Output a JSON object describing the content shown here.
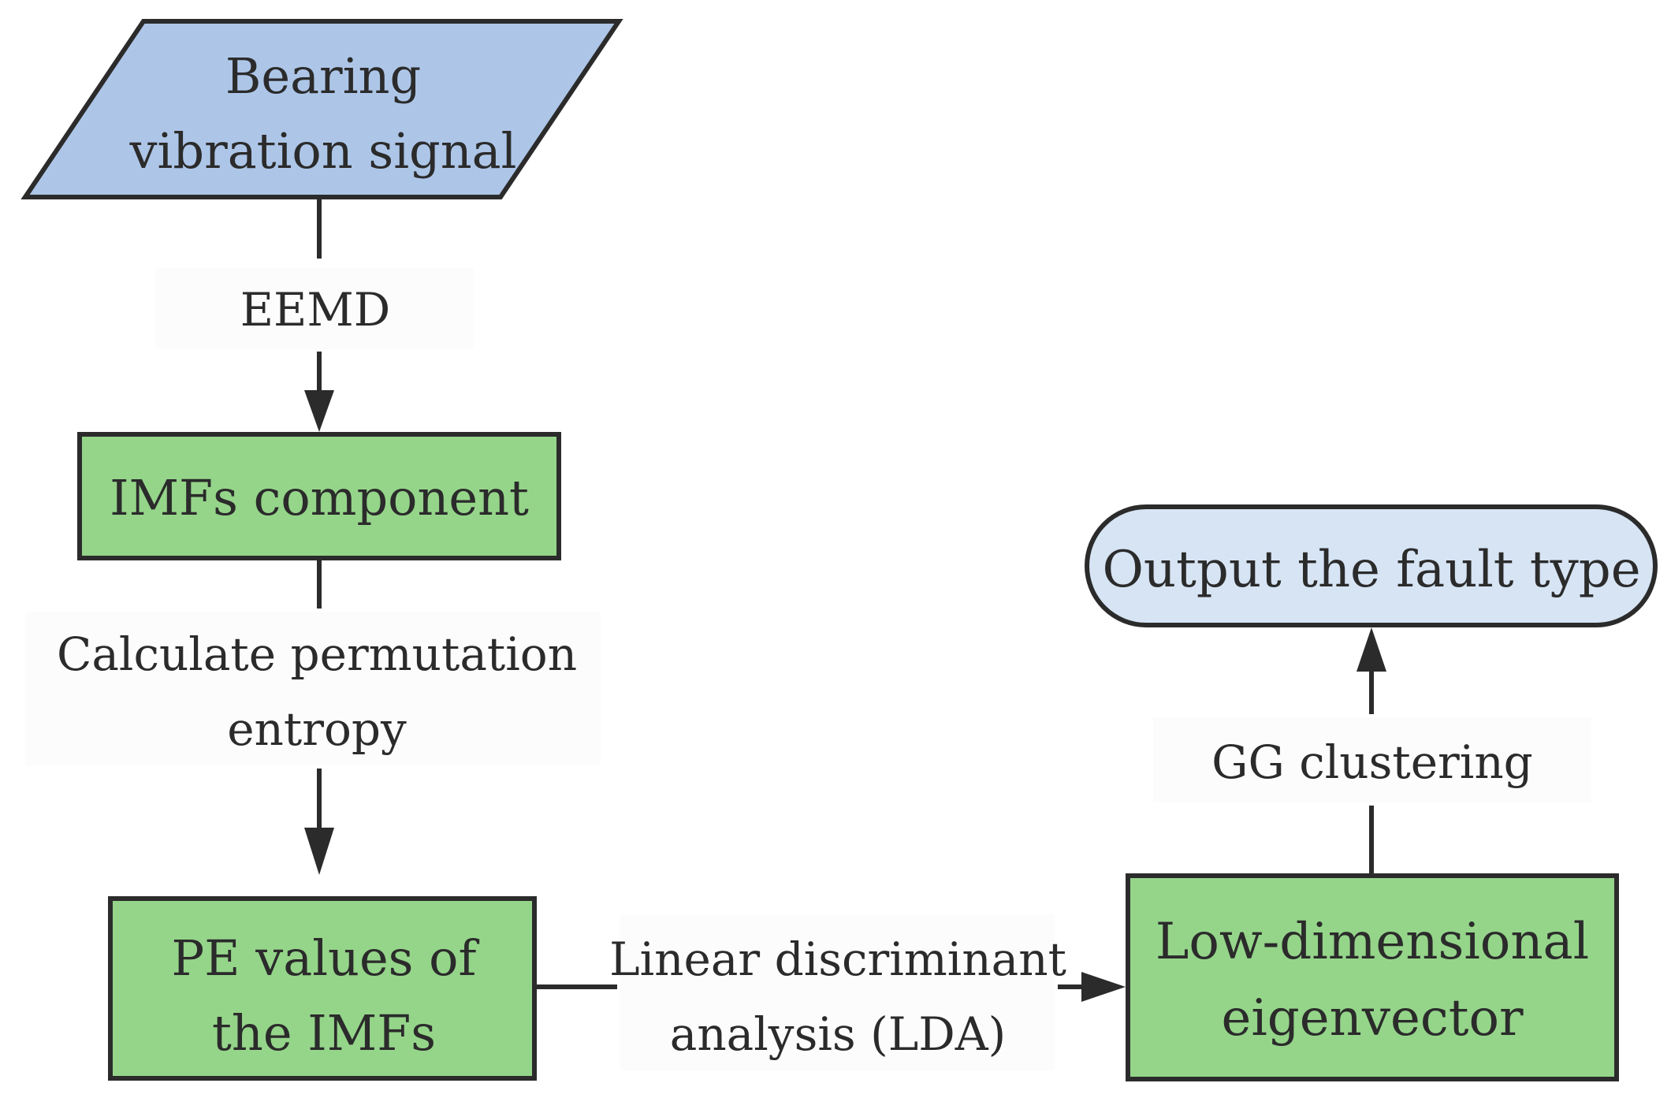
{
  "nodes": {
    "input": {
      "lines": [
        "Bearing",
        "vibration signal"
      ],
      "shape": "parallelogram",
      "fill": "#adc6e8"
    },
    "imfs": {
      "lines": [
        "IMFs component"
      ],
      "shape": "rectangle",
      "fill": "#95d58a"
    },
    "pe_values": {
      "lines": [
        "PE values of",
        "the IMFs"
      ],
      "shape": "rectangle",
      "fill": "#95d58a"
    },
    "low_dim": {
      "lines": [
        "Low-dimensional",
        "eigenvector"
      ],
      "shape": "rectangle",
      "fill": "#95d58a"
    },
    "output": {
      "lines": [
        "Output the fault type"
      ],
      "shape": "terminator",
      "fill": "#d6e4f4"
    }
  },
  "edges": {
    "eemd": {
      "lines": [
        "EEMD"
      ],
      "from": "input",
      "to": "imfs"
    },
    "pe_calc": {
      "lines": [
        "Calculate permutation",
        "entropy"
      ],
      "from": "imfs",
      "to": "pe_values"
    },
    "lda": {
      "lines": [
        "Linear discriminant",
        "analysis (LDA)"
      ],
      "from": "pe_values",
      "to": "low_dim"
    },
    "gg": {
      "lines": [
        "GG clustering"
      ],
      "from": "low_dim",
      "to": "output"
    }
  },
  "colors": {
    "stroke": "#2b2b2b",
    "label_background": "#fcfcfc"
  }
}
